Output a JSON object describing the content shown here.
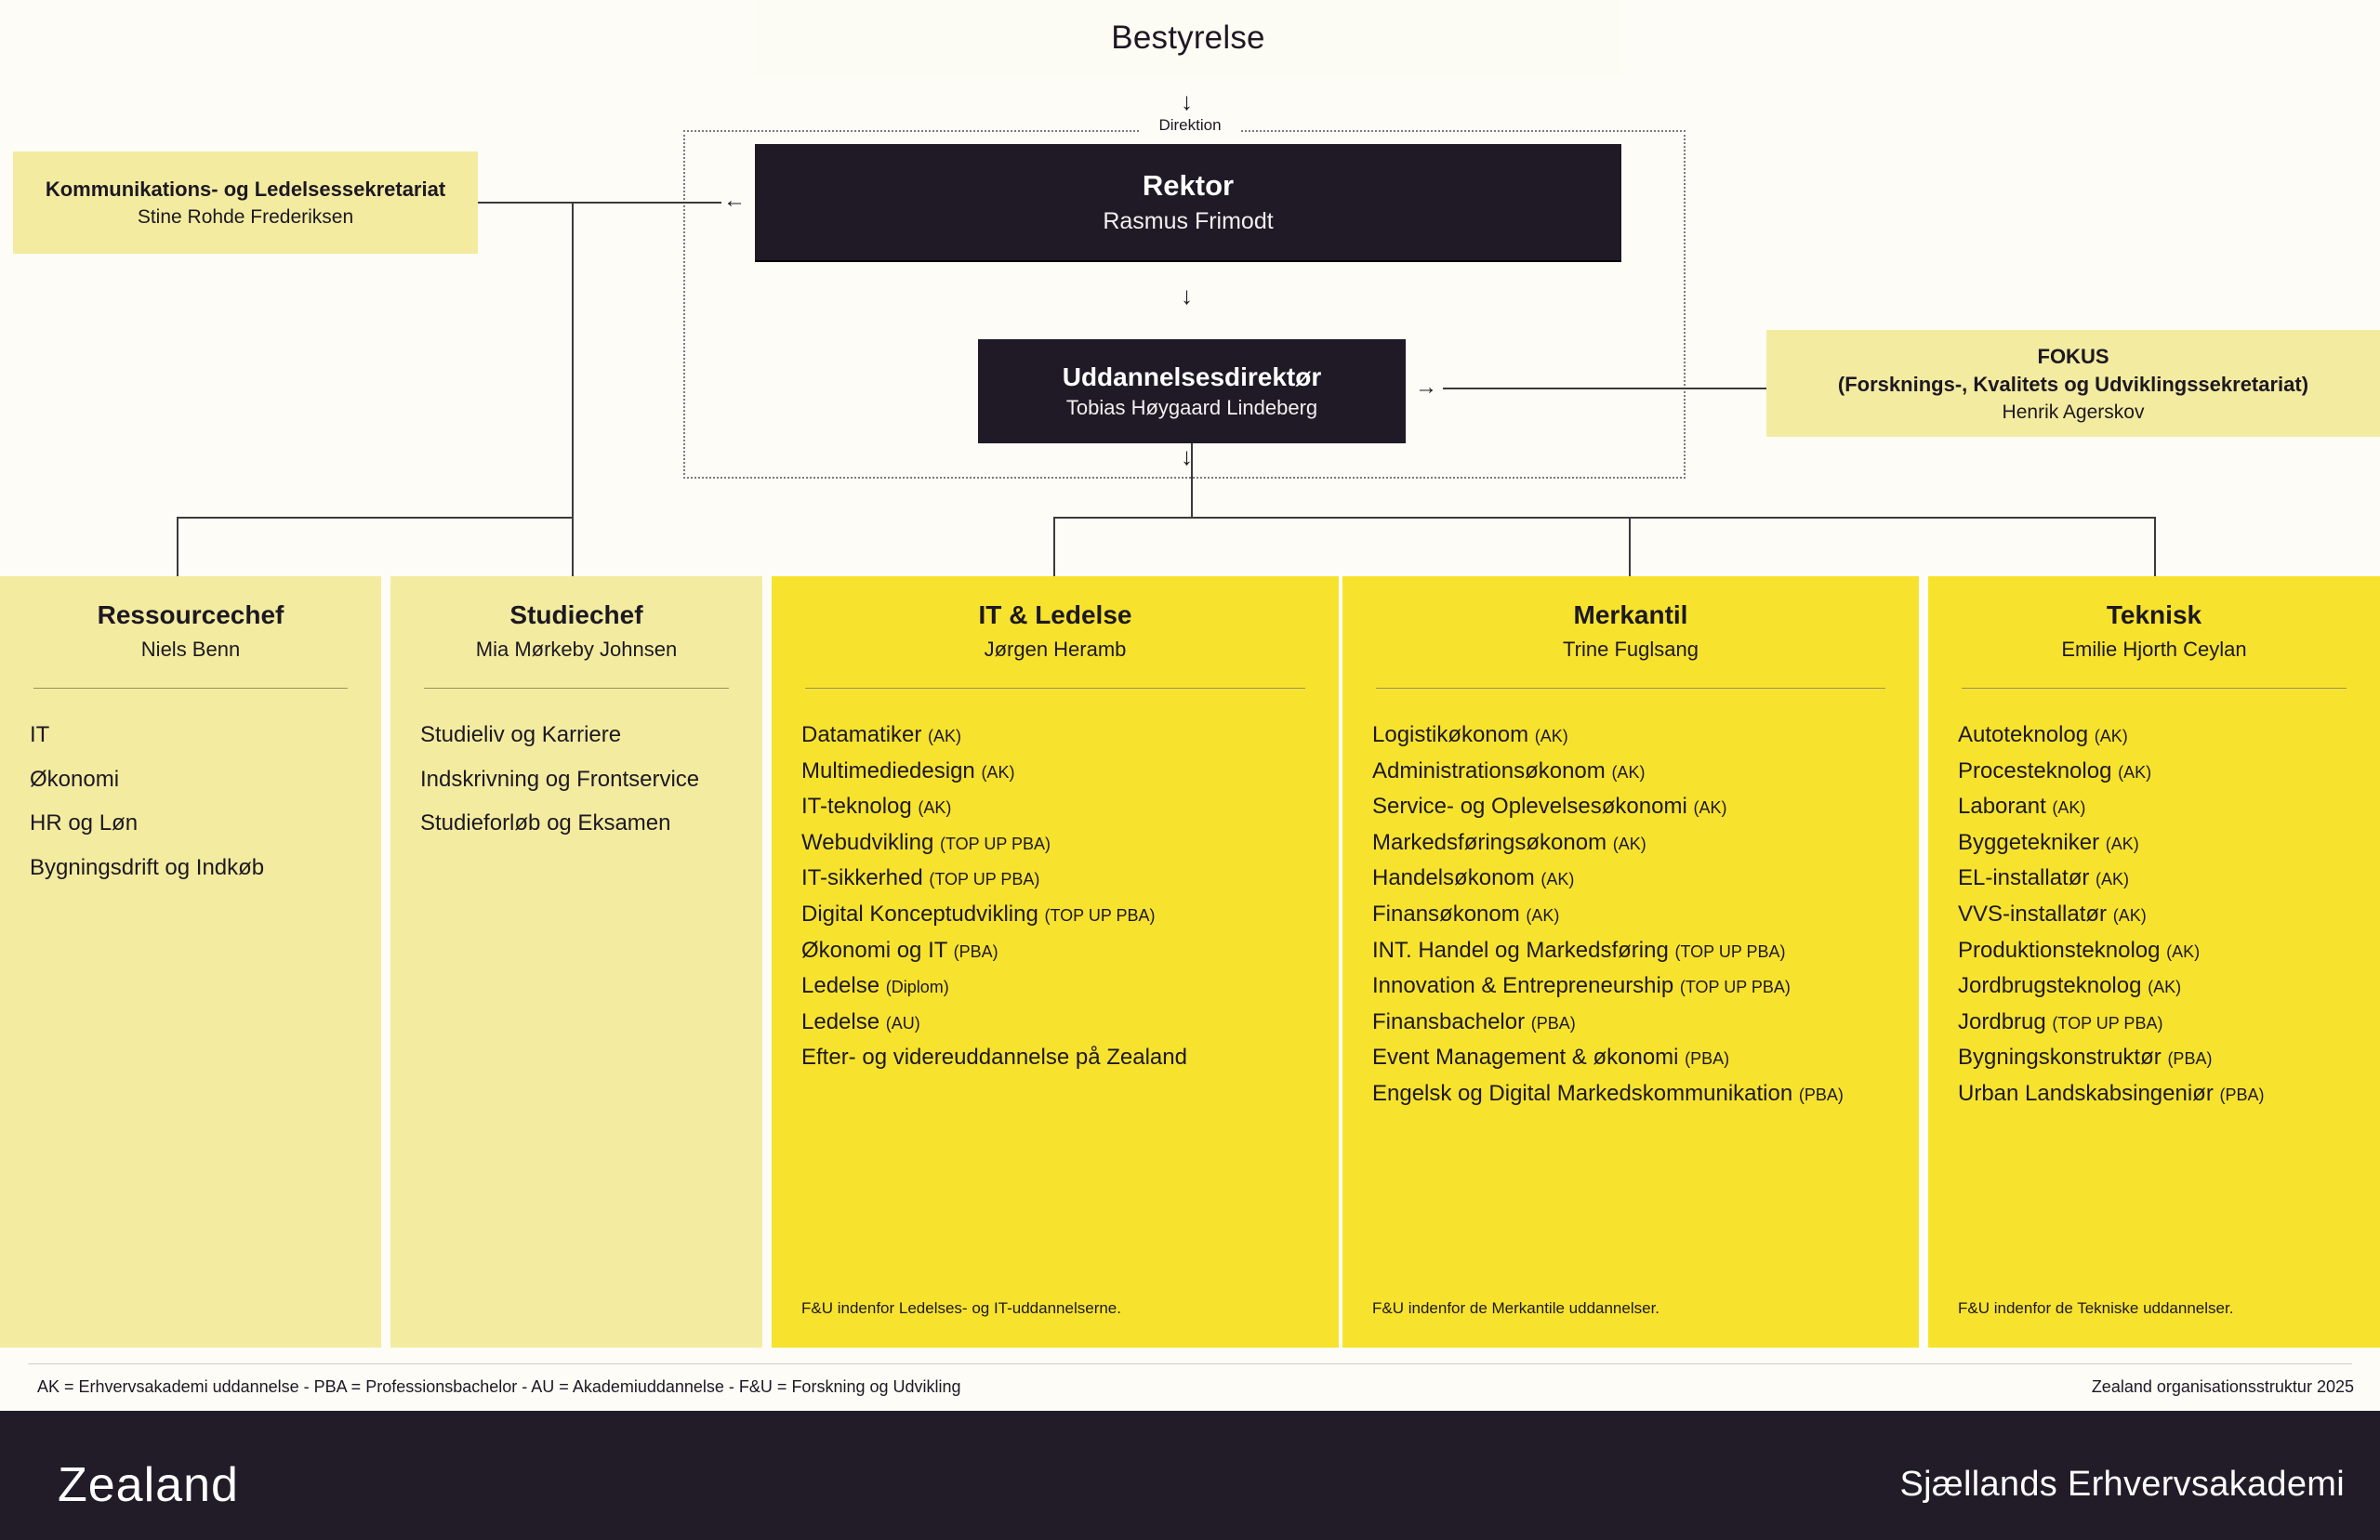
{
  "board": {
    "title": "Bestyrelse"
  },
  "direktion": {
    "label": "Direktion"
  },
  "rektor": {
    "title": "Rektor",
    "person": "Rasmus Frimodt"
  },
  "uddannelsesdirektoer": {
    "title": "Uddannelsesdirektør",
    "person": "Tobias Høygaard Lindeberg"
  },
  "kommunikation": {
    "title": "Kommunikations- og Ledelsessekretariat",
    "person": "Stine Rohde Frederiksen"
  },
  "fokus": {
    "title_line1": "FOKUS",
    "title_line2": "(Forsknings-, Kvalitets og Udviklingssekretariat)",
    "person": "Henrik Agerskov"
  },
  "columns": [
    {
      "id": "ressourcechef",
      "title": "Ressourcechef",
      "person": "Niels Benn",
      "tone": "light",
      "items": [
        {
          "name": "IT",
          "suffix": ""
        },
        {
          "name": "Økonomi",
          "suffix": ""
        },
        {
          "name": "HR og Løn",
          "suffix": ""
        },
        {
          "name": "Bygningsdrift og Indkøb",
          "suffix": ""
        }
      ],
      "fu_note": ""
    },
    {
      "id": "studiechef",
      "title": "Studiechef",
      "person": "Mia Mørkeby Johnsen",
      "tone": "light",
      "items": [
        {
          "name": "Studieliv og Karriere",
          "suffix": ""
        },
        {
          "name": "Indskrivning og Frontservice",
          "suffix": ""
        },
        {
          "name": "Studieforløb og Eksamen",
          "suffix": ""
        }
      ],
      "fu_note": ""
    },
    {
      "id": "it-ledelse",
      "title": "IT & Ledelse",
      "person": "Jørgen Heramb",
      "tone": "bright",
      "items": [
        {
          "name": "Datamatiker",
          "suffix": "(AK)"
        },
        {
          "name": "Multimediedesign",
          "suffix": "(AK)"
        },
        {
          "name": "IT-teknolog",
          "suffix": "(AK)"
        },
        {
          "name": "Webudvikling",
          "suffix": "(TOP UP PBA)"
        },
        {
          "name": "IT-sikkerhed",
          "suffix": "(TOP UP PBA)"
        },
        {
          "name": "Digital Konceptudvikling",
          "suffix": "(TOP UP PBA)"
        },
        {
          "name": "Økonomi og IT",
          "suffix": "(PBA)"
        },
        {
          "name": "Ledelse",
          "suffix": "(Diplom)"
        },
        {
          "name": "Ledelse",
          "suffix": "(AU)"
        },
        {
          "name": "Efter- og videreuddannelse på Zealand",
          "suffix": ""
        }
      ],
      "fu_note": "F&U indenfor Ledelses- og IT-uddannelserne."
    },
    {
      "id": "merkantil",
      "title": "Merkantil",
      "person": "Trine Fuglsang",
      "tone": "bright",
      "items": [
        {
          "name": "Logistikøkonom",
          "suffix": "(AK)"
        },
        {
          "name": "Administrationsøkonom",
          "suffix": "(AK)"
        },
        {
          "name": "Service- og Oplevelsesøkonomi",
          "suffix": "(AK)"
        },
        {
          "name": "Markedsføringsøkonom",
          "suffix": "(AK)"
        },
        {
          "name": "Handelsøkonom",
          "suffix": "(AK)"
        },
        {
          "name": "Finansøkonom",
          "suffix": "(AK)"
        },
        {
          "name": "INT. Handel og Markedsføring",
          "suffix": "(TOP UP PBA)"
        },
        {
          "name": "Innovation & Entrepreneurship",
          "suffix": "(TOP UP PBA)"
        },
        {
          "name": "Finansbachelor",
          "suffix": "(PBA)"
        },
        {
          "name": "Event Management & økonomi",
          "suffix": "(PBA)"
        },
        {
          "name": "Engelsk og Digital Markedskommunikation",
          "suffix": "(PBA)"
        }
      ],
      "fu_note": "F&U indenfor de Merkantile uddannelser."
    },
    {
      "id": "teknisk",
      "title": "Teknisk",
      "person": "Emilie Hjorth Ceylan",
      "tone": "bright",
      "items": [
        {
          "name": "Autoteknolog",
          "suffix": "(AK)"
        },
        {
          "name": "Procesteknolog",
          "suffix": "(AK)"
        },
        {
          "name": "Laborant",
          "suffix": "(AK)"
        },
        {
          "name": "Byggetekniker",
          "suffix": "(AK)"
        },
        {
          "name": "EL-installatør",
          "suffix": "(AK)"
        },
        {
          "name": "VVS-installatør",
          "suffix": "(AK)"
        },
        {
          "name": "Produktionsteknolog",
          "suffix": "(AK)"
        },
        {
          "name": "Jordbrugsteknolog",
          "suffix": "(AK)"
        },
        {
          "name": "Jordbrug",
          "suffix": "(TOP UP PBA)"
        },
        {
          "name": "Bygningskonstruktør",
          "suffix": "(PBA)"
        },
        {
          "name": "Urban Landskabsingeniør",
          "suffix": "(PBA)"
        }
      ],
      "fu_note": "F&U indenfor de Tekniske uddannelser."
    }
  ],
  "legend": {
    "left": "AK = Erhvervsakademi uddannelse  -  PBA = Professionsbachelor  -  AU = Akademiuddannelse  -  F&U = Forskning og Udvikling",
    "right": "Zealand organisationsstruktur 2025"
  },
  "footer": {
    "brand": "Zealand",
    "tagline": "Sjællands Erhvervsakademi"
  },
  "colors": {
    "page_bg": "#fdfcf7",
    "dark": "#1f1a26",
    "yellow_light": "#f3eca0",
    "yellow_bright": "#f7e32e",
    "line": "#3b3b3b"
  }
}
